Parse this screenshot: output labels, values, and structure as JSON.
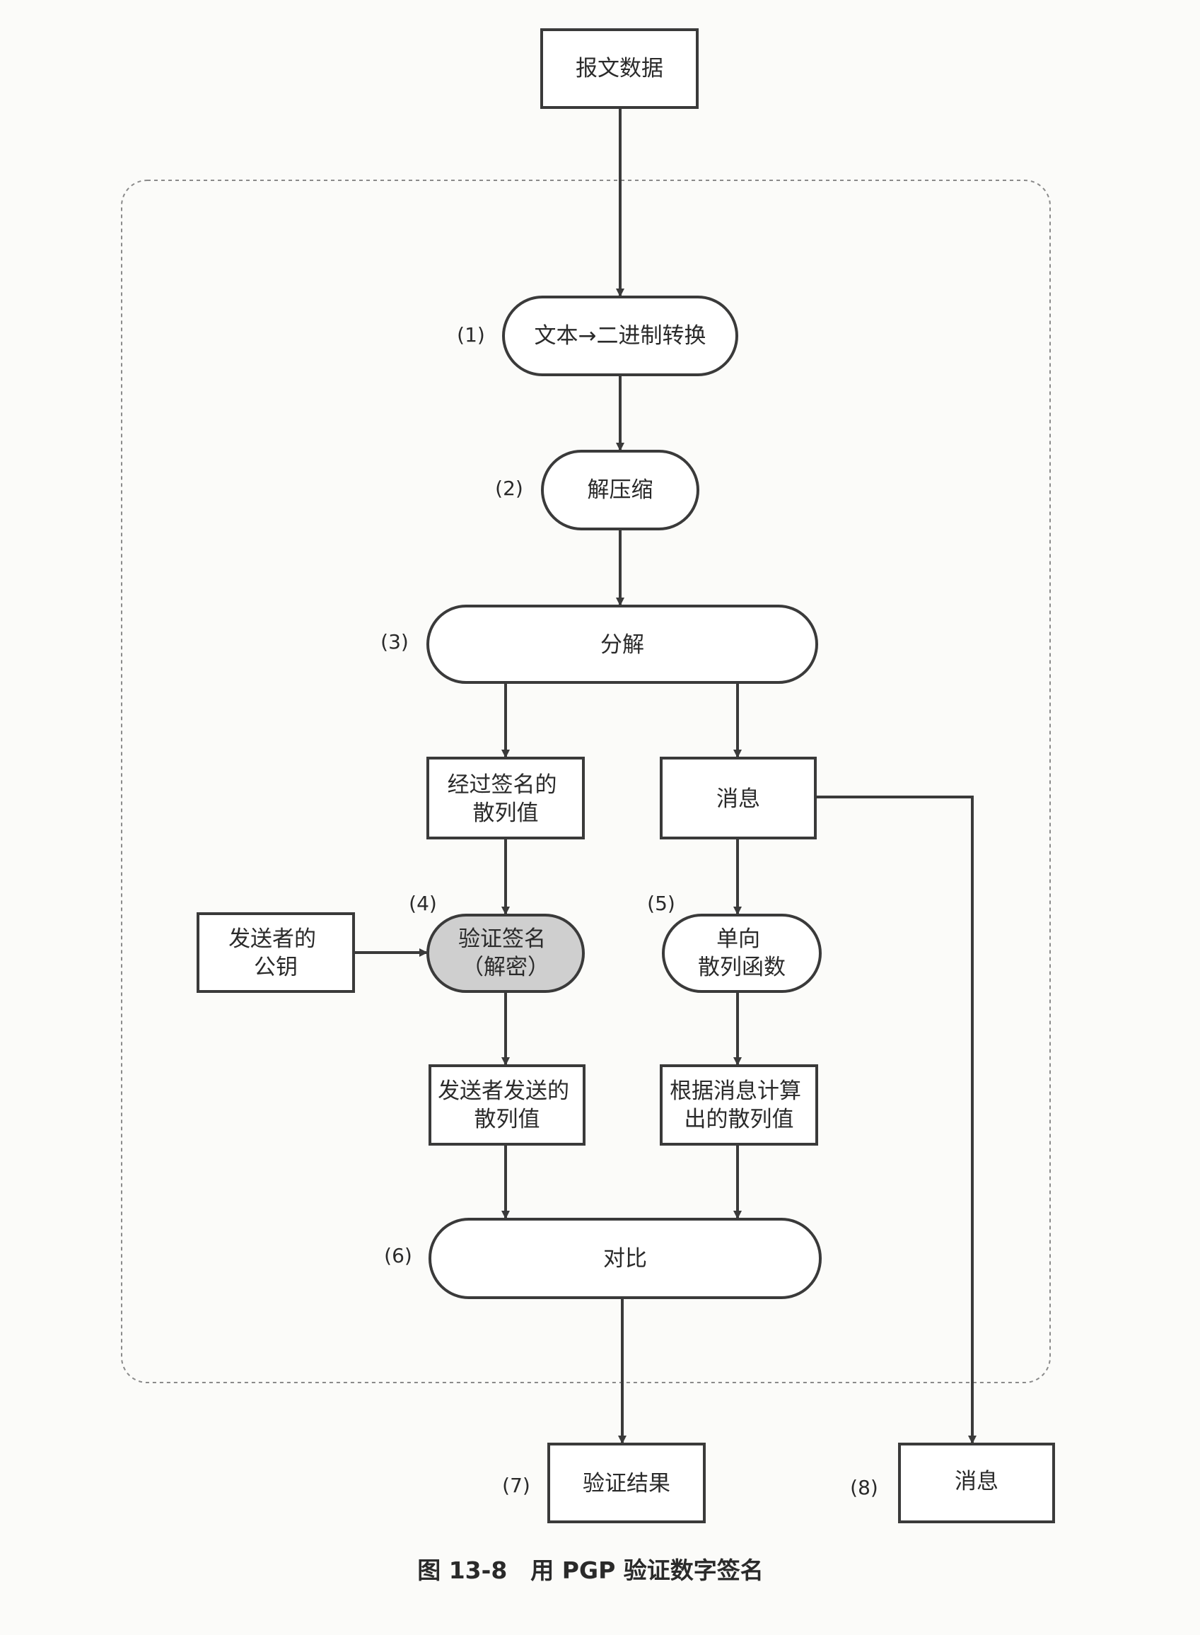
{
  "nodes": {
    "message_data": {
      "lines": [
        "报文数据"
      ]
    },
    "text_binary": {
      "lines": [
        "文本→二进制转换"
      ]
    },
    "decompress": {
      "lines": [
        "解压缩"
      ]
    },
    "split": {
      "lines": [
        "分解"
      ]
    },
    "signed_hash": {
      "lines": [
        "经过签名的",
        "散列值"
      ]
    },
    "message_mid": {
      "lines": [
        "消息"
      ]
    },
    "sender_pubkey": {
      "lines": [
        "发送者的",
        "公钥"
      ]
    },
    "verify_sig": {
      "lines": [
        "验证签名",
        "（解密）"
      ]
    },
    "one_way_hash": {
      "lines": [
        "单向",
        "散列函数"
      ]
    },
    "sender_hash": {
      "lines": [
        "发送者发送的",
        "散列值"
      ]
    },
    "computed_hash": {
      "lines": [
        "根据消息计算",
        "出的散列值"
      ]
    },
    "compare": {
      "lines": [
        "对比"
      ]
    },
    "verify_result": {
      "lines": [
        "验证结果"
      ]
    },
    "message_out": {
      "lines": [
        "消息"
      ]
    }
  },
  "steps": {
    "s1": "(1)",
    "s2": "(2)",
    "s3": "(3)",
    "s4": "(4)",
    "s5": "(5)",
    "s6": "(6)",
    "s7": "(7)",
    "s8": "(8)"
  },
  "caption": "图 13-8　用 PGP 验证数字签名",
  "colors": {
    "stroke": "#3a3a3a",
    "highlight_fill": "#cfcfcf",
    "node_fill": "#ffffff",
    "boundary": "#8a8a8a"
  }
}
